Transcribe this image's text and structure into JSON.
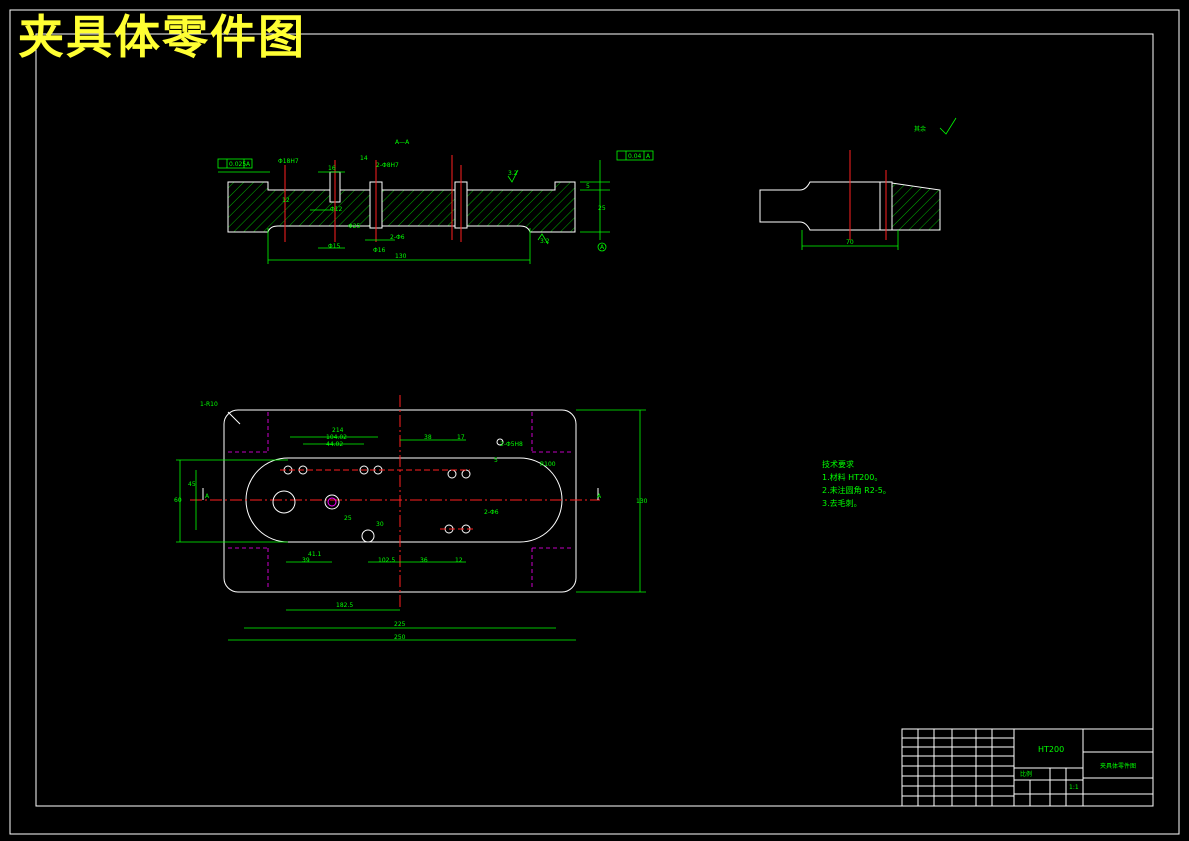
{
  "title": "夹具体零件图",
  "section_label": "A—A",
  "roughness_note": "其余",
  "front_view": {
    "tolerance_left": "0.025",
    "tolerance_left_datum": "A",
    "tolerance_right": "0.04",
    "tolerance_right_datum": "A",
    "dims": {
      "top_bore": "Φ18H7",
      "hole_depth": "16",
      "bore_12": "Φ12",
      "width_14": "14",
      "holes_8": "2-Φ8H7",
      "roughness_32": "3.2",
      "dim_5": "5",
      "dim_25": "25",
      "dia_25": "Φ25",
      "dia_15": "Φ15",
      "dia_16": "Φ16",
      "holes_6": "2-Φ6",
      "length_130": "130",
      "roughness_side": "3.2",
      "datum": "A",
      "dim_12": "12"
    }
  },
  "side_view": {
    "dim_70": "70"
  },
  "top_view": {
    "corner_radius": "1-R10",
    "dims": {
      "d_214": "214",
      "d_104": "104.02",
      "d_442": "44.02",
      "d_38": "38",
      "d_17": "17",
      "holes_4": "2-Φ5H8",
      "r_5": "5",
      "r_100": "R100",
      "d_60": "60",
      "d_45": "45",
      "d_30": "30",
      "d_25": "25",
      "h_2_6": "2-Φ6",
      "d_411": "41.1",
      "d_39": "39",
      "d_1025": "102.5",
      "d_36": "36",
      "d_12": "12",
      "d_1825": "182.5",
      "d_225": "225",
      "d_250": "250",
      "d_130": "130",
      "a_left": "A",
      "a_right": "A"
    }
  },
  "notes": {
    "heading": "技术要求",
    "items": [
      "1.材料 HT200。",
      "2.未注圆角 R2-5。",
      "3.去毛刺。"
    ]
  },
  "title_block": {
    "material": "HT200",
    "part_name": "夹具体零件图",
    "scale_label": "比例",
    "sheet_label": "1:1"
  }
}
